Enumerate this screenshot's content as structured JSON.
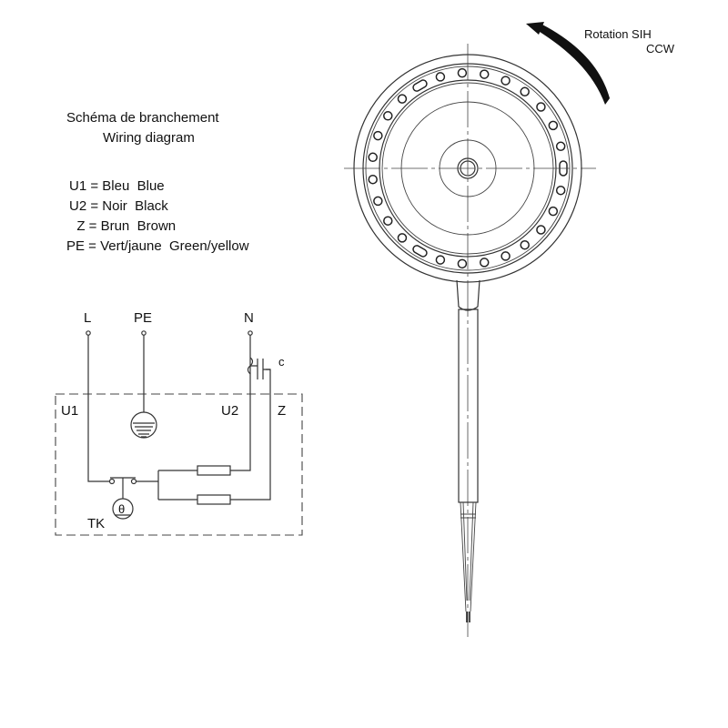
{
  "title": {
    "fr": "Schéma de branchement",
    "en": "Wiring diagram"
  },
  "legend": [
    "U1 = Bleu  Blue",
    "U2 = Noir  Black",
    "  Z = Brun  Brown",
    "PE = Vert/jaune  Green/yellow"
  ],
  "schematic": {
    "terminals": {
      "L": "L",
      "PE": "PE",
      "N": "N"
    },
    "labels": {
      "U1": "U1",
      "U2": "U2",
      "Z": "Z",
      "C": "c",
      "TK": "TK",
      "theta": "θ"
    }
  },
  "rotation": {
    "line1": "Rotation SIH",
    "line2": "CCW"
  },
  "motor": {
    "hole_positions": 27,
    "slot_angles_deg": [
      0,
      120,
      240
    ]
  },
  "colors": {
    "ink": "#111111",
    "background": "#ffffff"
  }
}
